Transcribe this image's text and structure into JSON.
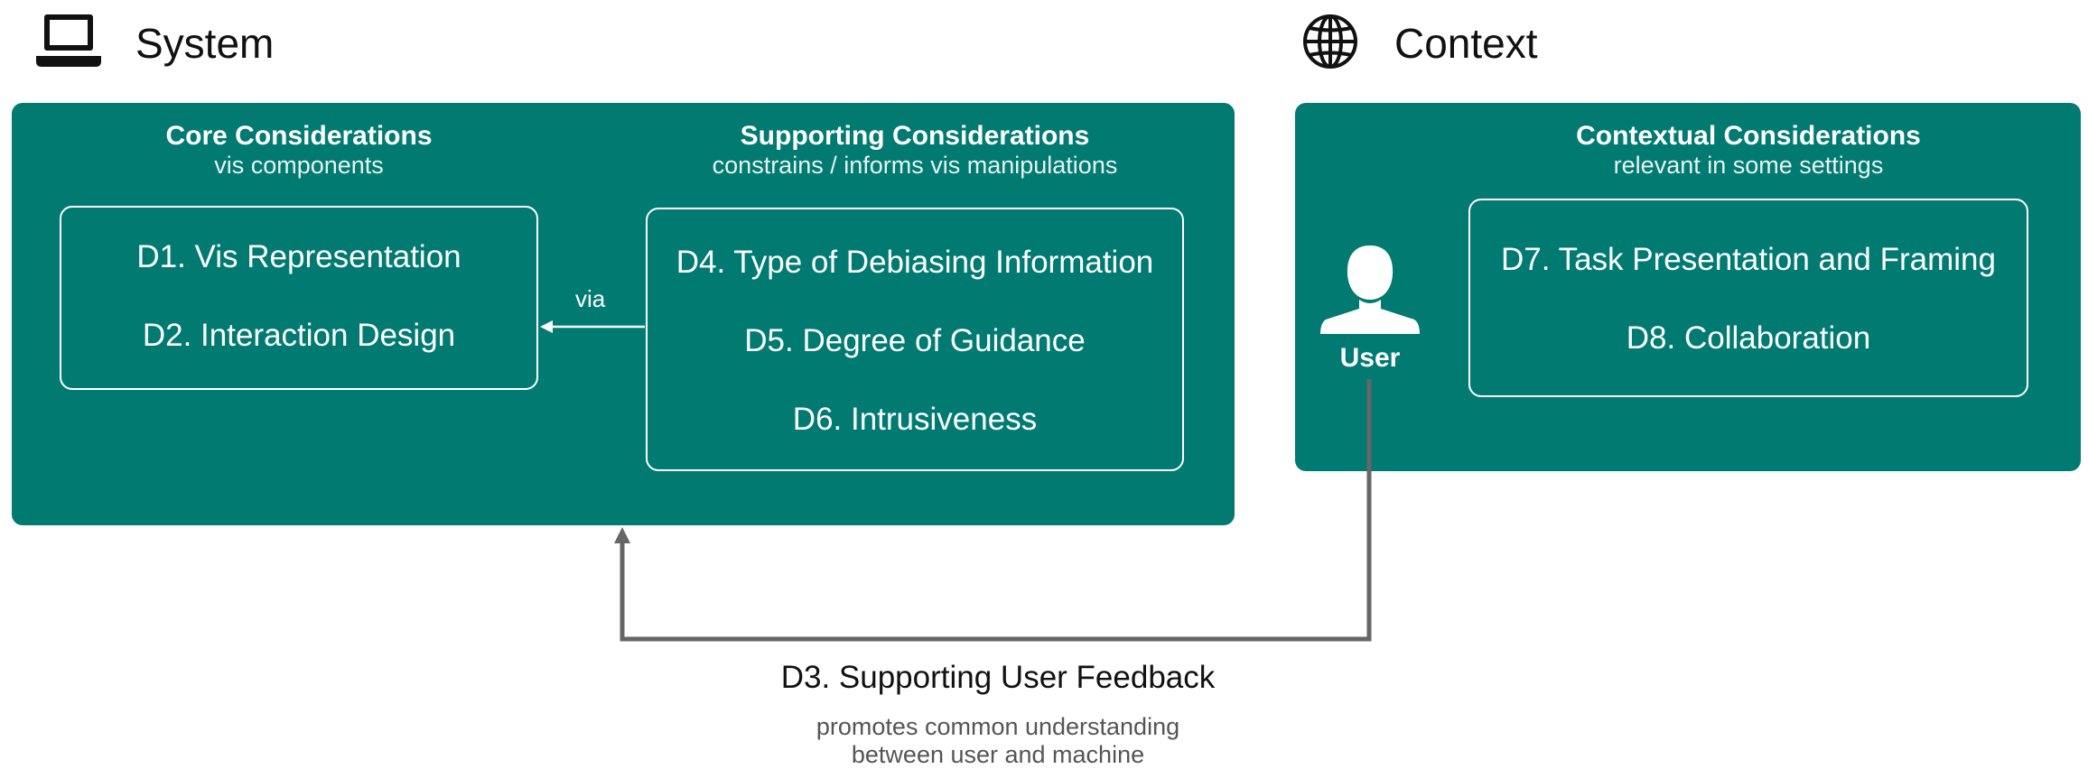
{
  "system": {
    "icon": "laptop-icon",
    "title": "System",
    "core": {
      "title": "Core Considerations",
      "subtitle": "vis components",
      "items": [
        "D1. Vis Representation",
        "D2. Interaction Design"
      ]
    },
    "via_label": "via",
    "supporting": {
      "title": "Supporting Considerations",
      "subtitle": "constrains / informs vis manipulations",
      "items": [
        "D4. Type of Debiasing Information",
        "D5. Degree of Guidance",
        "D6. Intrusiveness"
      ]
    }
  },
  "context": {
    "icon": "globe-icon",
    "title": "Context",
    "user_label": "User",
    "contextual": {
      "title": "Contextual Considerations",
      "subtitle": "relevant in some settings",
      "items": [
        "D7. Task Presentation and Framing",
        "D8. Collaboration"
      ]
    }
  },
  "feedback": {
    "title": "D3. Supporting User Feedback",
    "description": [
      "promotes common understanding",
      "between user and machine"
    ]
  },
  "colors": {
    "panel": "#017b72",
    "connector": "#666666",
    "text_dark": "#111111"
  }
}
